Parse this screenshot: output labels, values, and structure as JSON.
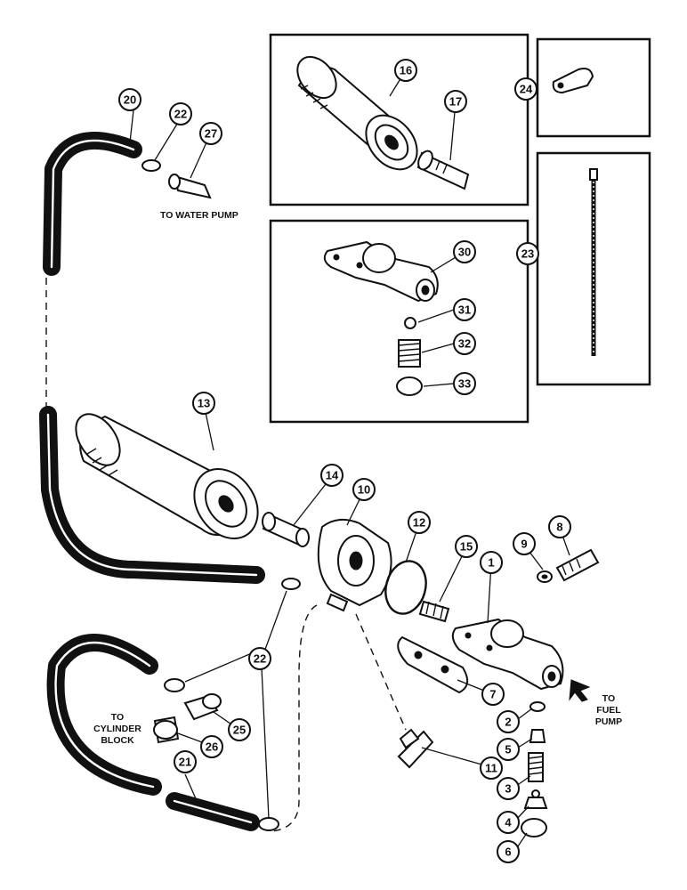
{
  "callouts": {
    "c1": "1",
    "c2": "2",
    "c3": "3",
    "c4": "4",
    "c5": "5",
    "c6": "6",
    "c7": "7",
    "c8": "8",
    "c9": "9",
    "c10": "10",
    "c11": "11",
    "c12": "12",
    "c13": "13",
    "c14": "14",
    "c15": "15",
    "c16": "16",
    "c17": "17",
    "c20": "20",
    "c21": "21",
    "c22a": "22",
    "c22b": "22",
    "c23": "23",
    "c24": "24",
    "c25": "25",
    "c26": "26",
    "c27": "27",
    "c30": "30",
    "c31": "31",
    "c32": "32",
    "c33": "33"
  },
  "notes": {
    "water_pump": "TO WATER PUMP",
    "cylinder_block": [
      "TO",
      "CYLINDER",
      "BLOCK"
    ],
    "fuel_pump": [
      "TO",
      "FUEL",
      "PUMP"
    ]
  }
}
